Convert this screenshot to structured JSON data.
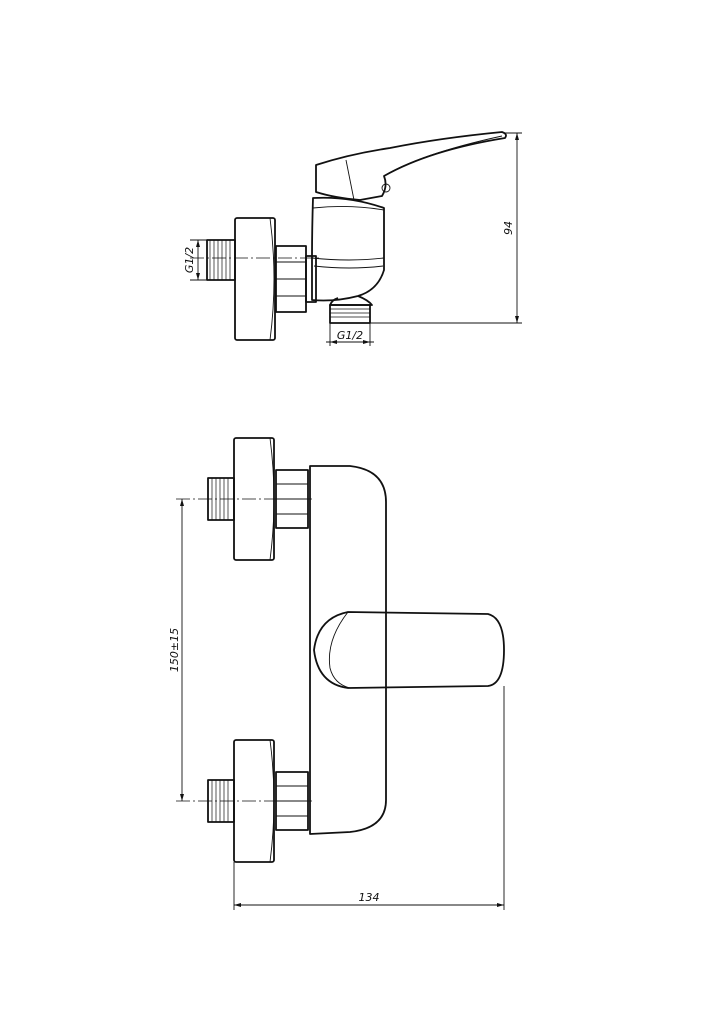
{
  "top_view": {
    "inlet_thread": "G1/2",
    "outlet_thread": "G1/2",
    "height_dim": "94"
  },
  "front_view": {
    "spacing_dim": "150±15",
    "width_dim": "134"
  }
}
